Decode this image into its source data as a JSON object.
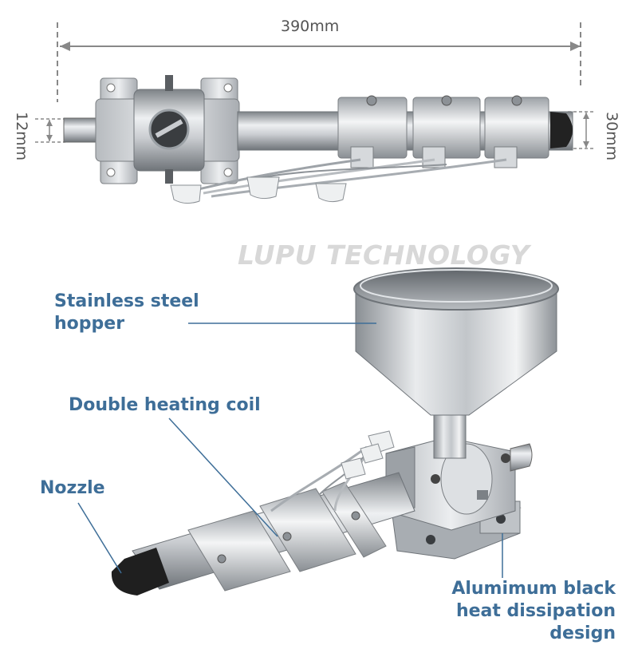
{
  "dimensions": {
    "length": "390mm",
    "left_diameter": "12mm",
    "right_diameter": "30mm"
  },
  "watermark": "LUPU TECHNOLOGY",
  "callouts": {
    "hopper": [
      "Stainless steel",
      "hopper"
    ],
    "coil": "Double heating coil",
    "nozzle": "Nozzle",
    "base": [
      "Alumimum black",
      "heat dissipation design"
    ]
  },
  "colors": {
    "callout_text": "#3e6e98",
    "leader_line": "#3e6e98",
    "dimension_line": "#888888",
    "steel_light": "#e4e6e8",
    "steel_dark": "#8e9398",
    "nozzle_black": "#222222"
  }
}
